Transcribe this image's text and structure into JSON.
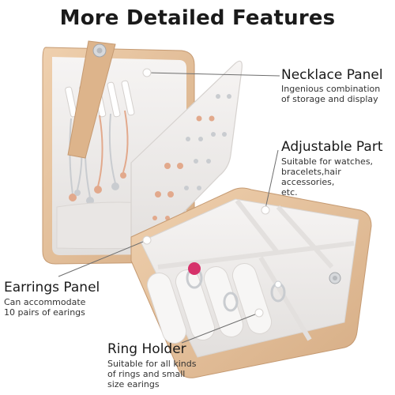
{
  "title": "More Detailed Features",
  "callouts": {
    "necklace": {
      "heading": "Necklace Panel",
      "lines": [
        "Ingenious combination",
        "of storage and display"
      ]
    },
    "adjustable": {
      "heading": "Adjustable Part",
      "lines": [
        "Suitable for watches,",
        "bracelets,hair",
        "accessories,",
        "etc."
      ]
    },
    "earrings": {
      "heading": "Earrings Panel",
      "lines": [
        "Can accommodate",
        "10 pairs of earings"
      ]
    },
    "ring": {
      "heading": "Ring Holder",
      "lines": [
        "Suitable for all kinds",
        "of rings and small",
        "size earings"
      ]
    }
  },
  "colors": {
    "leather": "#e5c09a",
    "leather_shade": "#cfa47c",
    "velvet": "#f1efee",
    "velvet_shade": "#dedbd9",
    "rose_gold": "#e2a98c",
    "silver": "#c9ccd0",
    "pink_gem": "#d6326a"
  }
}
